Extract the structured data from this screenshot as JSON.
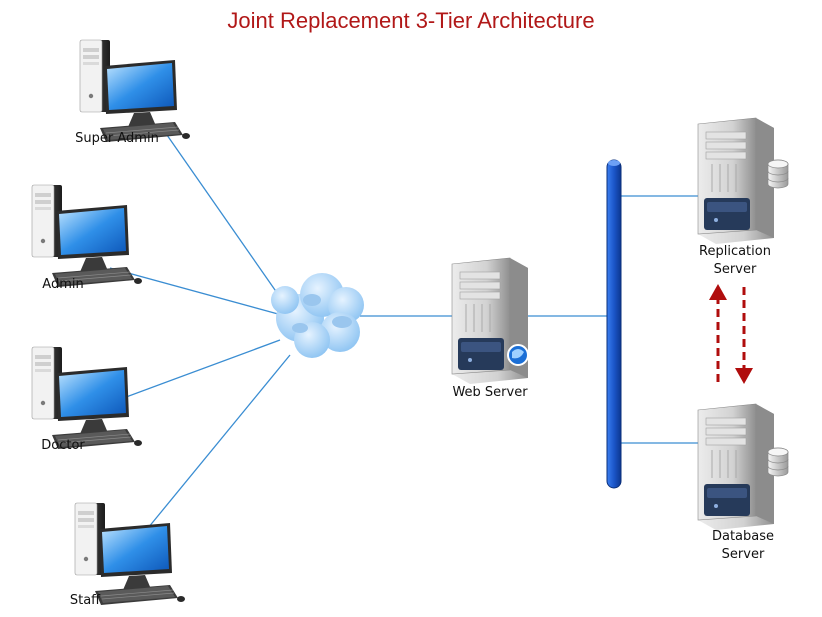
{
  "title": "Joint Replacement 3-Tier Architecture",
  "clients": [
    {
      "label": "Super Admin",
      "icon": "desktop-computer-icon"
    },
    {
      "label": "Admin",
      "icon": "desktop-computer-icon"
    },
    {
      "label": "Doctor",
      "icon": "desktop-computer-icon"
    },
    {
      "label": "Staff",
      "icon": "desktop-computer-icon"
    }
  ],
  "network": {
    "icon": "cloud-icon"
  },
  "web_server": {
    "label": "Web Server",
    "icon": "server-tower-globe-icon"
  },
  "backbone": {
    "icon": "network-bus-icon",
    "color": "#1e5fd6"
  },
  "replication_server": {
    "line1": "Replication",
    "line2": "Server",
    "icon": "server-tower-database-icon"
  },
  "database_server": {
    "line1": "Database",
    "line2": "Server",
    "icon": "server-tower-database-icon"
  },
  "sync": {
    "icon": "dashed-arrows-icon",
    "color": "#b00d0d"
  },
  "colors": {
    "title": "#b11818",
    "link": "#3a8dd2",
    "bus": "#1e5fd6",
    "arrow": "#b00d0d"
  }
}
